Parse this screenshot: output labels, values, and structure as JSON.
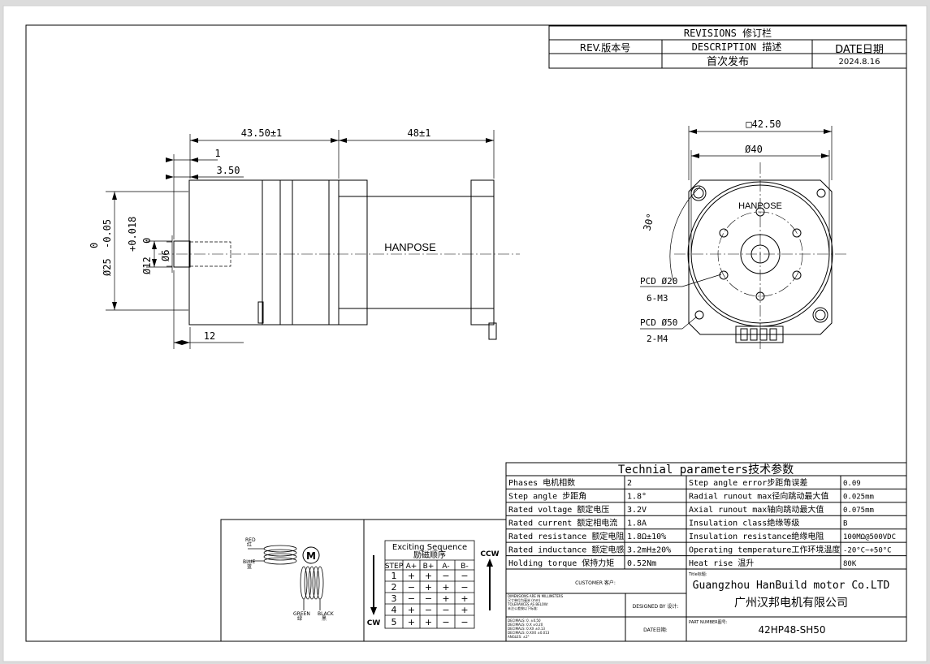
{
  "revisions": {
    "title": "REVISIONS 修订栏",
    "rev_header": "REV.版本号",
    "desc_header": "DESCRIPTION 描述",
    "date_header": "DATE日期",
    "desc_value": "首次发布",
    "date_value": "2024.8.16"
  },
  "side_view": {
    "brand": "HANPOSE",
    "dim_body_length": "43.50±1",
    "dim_front_length": "48±1",
    "dim_1": "1",
    "dim_3_50": "3.50",
    "dim_12": "12",
    "dim_flange_dia": "Ø25",
    "dim_flange_tol": "0",
    "dim_flange_tol_lower": "-0.05",
    "dim_shaft_dia": "Ø12",
    "dim_shaft_tol_upper": "+0.018",
    "dim_shaft_tol_lower": "0",
    "dim_bore": "Ø6"
  },
  "front_view": {
    "brand": "HANPOSE",
    "dim_square": "□42.50",
    "dim_circle": "Ø40",
    "dim_angle": "30°",
    "pcd20": "PCD Ø20",
    "holes_m3": "6-M3",
    "pcd50": "PCD Ø50",
    "holes_m4": "2-M4"
  },
  "wiring": {
    "red_label": "RED",
    "red_cn": "红",
    "blue_label": "BLUE",
    "blue_cn": "蓝",
    "green_label": "GREEN",
    "green_cn": "绿",
    "black_label": "BLACK",
    "black_cn": "黑",
    "motor_symbol": "M"
  },
  "sequence": {
    "title": "Exciting Sequence",
    "title_cn": "励磁顺序",
    "ccw": "CCW",
    "cw": "CW",
    "headers": [
      "STEP",
      "A+",
      "B+",
      "A-",
      "B-"
    ],
    "rows": [
      [
        "1",
        "+",
        "+",
        "−",
        "−"
      ],
      [
        "2",
        "−",
        "+",
        "+",
        "−"
      ],
      [
        "3",
        "−",
        "−",
        "+",
        "+"
      ],
      [
        "4",
        "+",
        "−",
        "−",
        "+"
      ],
      [
        "5",
        "+",
        "+",
        "−",
        "−"
      ]
    ]
  },
  "params": {
    "title": "Technial parameters技术参数",
    "rows": [
      [
        "Phases 电机相数",
        "2",
        "Step angle error步距角误差",
        "0.09"
      ],
      [
        "Step angle 步距角",
        "1.8°",
        "Radial runout max径向跳动最大值",
        "0.025mm"
      ],
      [
        "Rated voltage 额定电压",
        "3.2V",
        "Axial runout max轴向跳动最大值",
        "0.075mm"
      ],
      [
        "Rated current 额定相电流",
        "1.8A",
        "Insulation class绝缘等级",
        "B"
      ],
      [
        "Rated resistance 额定电阻",
        "1.8Ω±10%",
        "Insulation resistance绝缘电阻",
        "100MΩ@500VDC"
      ],
      [
        "Rated inductance 额定电感",
        "3.2mH±20%",
        "Operating temperature工作环境温度",
        "-20°C~+50°C"
      ],
      [
        "Holding torque 保持力矩",
        "0.52Nm",
        "Heat rise 温升",
        "80K"
      ]
    ]
  },
  "title_block": {
    "customer_label": "CUSTOMER 客户:",
    "dims_note": [
      "DIMENSIONS ARE IN MILLIMETERS",
      "尺寸单位为毫米 (mm)",
      "TOLERANCES AS BELOW:",
      "未注公差按以下标准:"
    ],
    "decimals": [
      "DECIMALS: 0.   ±0.50",
      "DECIMALS: 0.X  ±0.20",
      "DECIMALS: 0.XX ±0.13",
      "DECIMALS: 0.XXX ±0.013",
      "ANGLES:  ±2°"
    ],
    "designed_by": "DESIGNED BY 设计:",
    "date_label": "DATE日期:",
    "title_label": "Title标题:",
    "company_en": "Guangzhou HanBuild motor Co.LTD",
    "company_cn": "广州汉邦电机有限公司",
    "part_label": "PART NUMBER图号:",
    "part_number": "42HP48-SH50"
  }
}
